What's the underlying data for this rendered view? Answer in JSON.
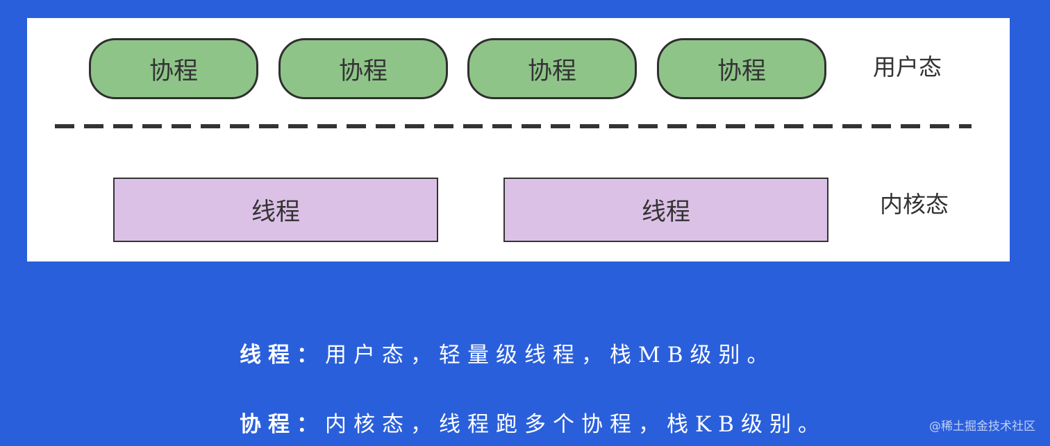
{
  "diagram": {
    "coroutines": [
      "协程",
      "协程",
      "协程",
      "协程"
    ],
    "threads": [
      "线程",
      "线程"
    ],
    "user_mode_label": "用户态",
    "kernel_mode_label": "内核态",
    "colors": {
      "coroutine_fill": "#8fc489",
      "thread_fill": "#dcc1e6",
      "divider": "#333333",
      "background": "#2a5fdc"
    }
  },
  "captions": [
    {
      "key": "线程：",
      "text": "用户态，轻量级线程，栈MB级别。"
    },
    {
      "key": "协程：",
      "text": "内核态，线程跑多个协程，栈KB级别。"
    }
  ],
  "watermark": "@稀土掘金技术社区"
}
